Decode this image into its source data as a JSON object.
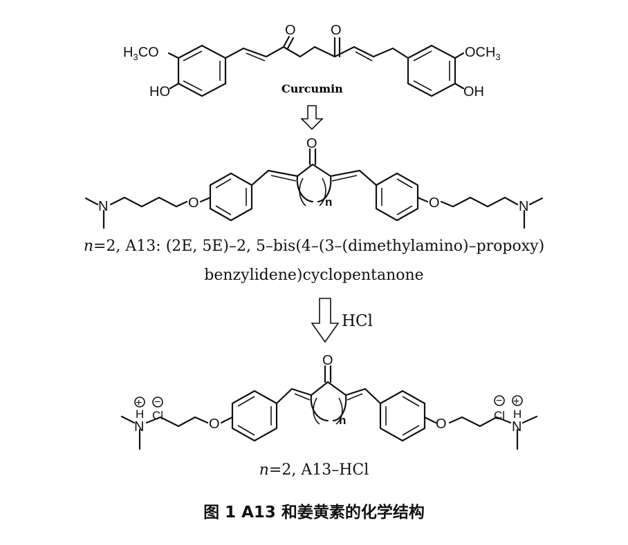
{
  "structure1": {
    "name_label": "Curcumin",
    "left_methoxy": "H3CO",
    "right_methoxy": "OCH3",
    "left_hydroxy": "HO",
    "right_hydroxy": "OH",
    "carbonyl_o": "O"
  },
  "structure2": {
    "n_label": "n",
    "carbonyl_o": "O",
    "amine_n": "N",
    "ether_o": "O"
  },
  "caption2": {
    "line1_var": "n",
    "line1_rest": "=2, A13: (2E, 5E)–2, 5–bis(4–(3–(dimethylamino)–propoxy)",
    "line2": "benzylidene)cyclopentanone"
  },
  "arrow2": {
    "reagent": "HCl"
  },
  "structure3": {
    "n_label": "n",
    "carbonyl_o": "O",
    "amine_n": "N",
    "amine_h": "H",
    "ether_o": "O",
    "chloride": "Cl",
    "plus": "+",
    "minus": "−"
  },
  "caption3": {
    "var": "n",
    "rest": "=2, A13–HCl"
  },
  "figure_title": "图 1   A13 和姜黄素的化学结构"
}
